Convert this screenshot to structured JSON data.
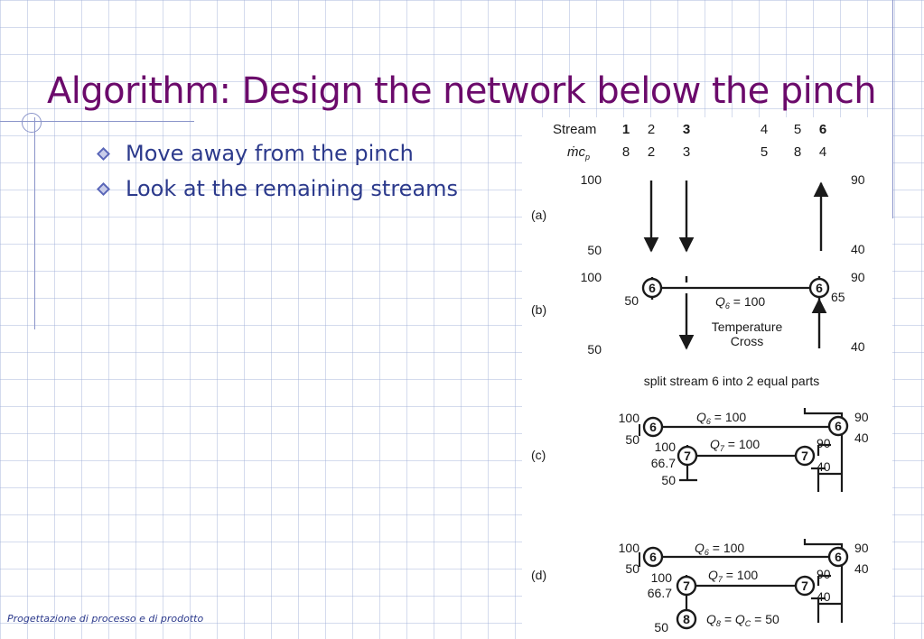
{
  "slide": {
    "title": "Algorithm: Design the network below the pinch",
    "bullets": [
      "Move away from the pinch",
      "Look at the remaining streams"
    ],
    "footer": "Progettazione di processo e di prodotto"
  },
  "figure": {
    "header": {
      "stream_label": "Stream",
      "mcp_label": "ṁc",
      "mcp_sub": "p",
      "streams": [
        "1",
        "2",
        "3",
        "4",
        "5",
        "6"
      ],
      "mcp_values": [
        "8",
        "2",
        "3",
        "5",
        "8",
        "4"
      ]
    },
    "panel_a": {
      "label": "(a)",
      "t_hot_top": "100",
      "t_hot_bottom": "50",
      "t_cold_top": "90",
      "t_cold_bottom": "40"
    },
    "panel_b": {
      "label": "(b)",
      "t_hot_top": "100",
      "t_hot_bottom": "50",
      "t_cold_top": "90",
      "t_cold_bottom": "40",
      "t_stream1_out": "50",
      "t_stream6_mid": "65",
      "match": "6",
      "duty_q": "Q",
      "duty_sub": "6",
      "duty_val": " = 100",
      "cross_line1": "Temperature",
      "cross_line2": "Cross"
    },
    "split_note": "split stream 6 into 2 equal parts",
    "panel_c": {
      "label": "(c)",
      "t1_in": "100",
      "t1_out": "50",
      "t2_in": "100",
      "t2_mid": "66.7",
      "t2_out": "50",
      "t6_out": "90",
      "t6_in": "40",
      "t6b_out": "90",
      "t6b_in": "40",
      "match6": "6",
      "match7": "7",
      "q6": "Q",
      "q6_sub": "6",
      "q6_val": " = 100",
      "q7": "Q",
      "q7_sub": "7",
      "q7_val": " = 100"
    },
    "panel_d": {
      "label": "(d)",
      "t1_in": "100",
      "t1_out": "50",
      "t2_in": "100",
      "t2_mid": "66.7",
      "t2_out": "50",
      "t6_out": "90",
      "t6_in": "40",
      "t6b_out": "90",
      "t6b_in": "40",
      "match6": "6",
      "match7": "7",
      "match8": "8",
      "q6": "Q",
      "q6_sub": "6",
      "q6_val": " = 100",
      "q7": "Q",
      "q7_sub": "7",
      "q7_val": " = 100",
      "q8": "Q",
      "q8_sub": "8",
      "q8_eq": " = Q",
      "qc_sub": "C",
      "q8_val": " = 50"
    }
  }
}
